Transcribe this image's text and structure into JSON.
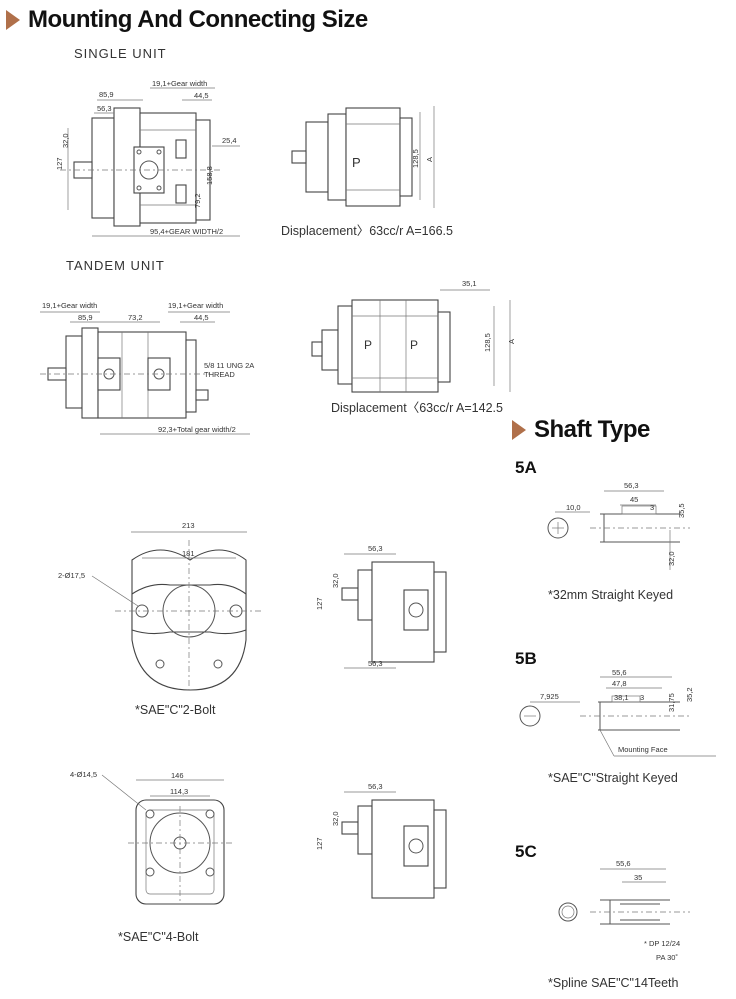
{
  "headings": {
    "mounting": "Mounting And Connecting Size",
    "shaft": "Shaft Type"
  },
  "single": {
    "title": "SINGLE UNIT",
    "dims": {
      "d85_9": "85,9",
      "d56_3": "56,3",
      "d19gear": "19,1+Gear width",
      "d44_5": "44,5",
      "d32_0": "32,0",
      "d127": "127",
      "d25_4": "25,4",
      "d158_8": "158,8",
      "d79_2": "79,2",
      "d95_4": "95,4+GEAR WIDTH/2",
      "d128_5": "128,5",
      "dA": "A",
      "pLabel": "P"
    },
    "caption": "Displacement〉63cc/r  A=166.5"
  },
  "tandem": {
    "title": "TANDEM UNIT",
    "dims": {
      "d19a": "19,1+Gear width",
      "d19b": "19,1+Gear width",
      "d85_9": "85,9",
      "d73_2": "73,2",
      "d44_5": "44,5",
      "thread1": "5/8 11 UNG 2A",
      "thread2": "THREAD",
      "d92_3": "92,3+Total gear width/2",
      "d35_1": "35,1",
      "d128_5": "128,5",
      "dA": "A",
      "p1": "P",
      "p2": "P"
    },
    "caption": "Displacement〈63cc/r  A=142.5"
  },
  "bolt2": {
    "dims": {
      "d213": "213",
      "d181": "181",
      "hole": "2-Ø17,5",
      "d56_3a": "56,3",
      "d32_0": "32,0",
      "d127": "127",
      "d56_3b": "56,3"
    },
    "caption": "*SAE\"C\"2-Bolt"
  },
  "bolt4": {
    "dims": {
      "hole": "4-Ø14,5",
      "d146": "146",
      "d114_3": "114,3",
      "d56_3": "56,3",
      "d32_0": "32,0",
      "d127": "127"
    },
    "caption": "*SAE\"C\"4-Bolt"
  },
  "shaft5a": {
    "label": "5A",
    "dims": {
      "d56_3": "56,3",
      "d45": "45",
      "d10_0": "10,0",
      "d3": "3",
      "d35_5": "35,5",
      "d32_0": "32,0"
    },
    "caption": "*32mm Straight Keyed"
  },
  "shaft5b": {
    "label": "5B",
    "dims": {
      "d55_6": "55,6",
      "d47_8": "47,8",
      "d7_925": "7,925",
      "d38_1": "38,1",
      "d3": "3",
      "d31_75": "31,75",
      "d35_2": "35,2",
      "mounting_face": "Mounting Face"
    },
    "caption": "*SAE\"C\"Straight Keyed"
  },
  "shaft5c": {
    "label": "5C",
    "dims": {
      "d55_6": "55,6",
      "d35": "35",
      "dp": "* DP   12/24",
      "pa": "PA   30˚"
    },
    "caption": "*Spline SAE\"C\"14Teeth"
  },
  "colors": {
    "accent": "#b0704a",
    "line": "#555555"
  }
}
